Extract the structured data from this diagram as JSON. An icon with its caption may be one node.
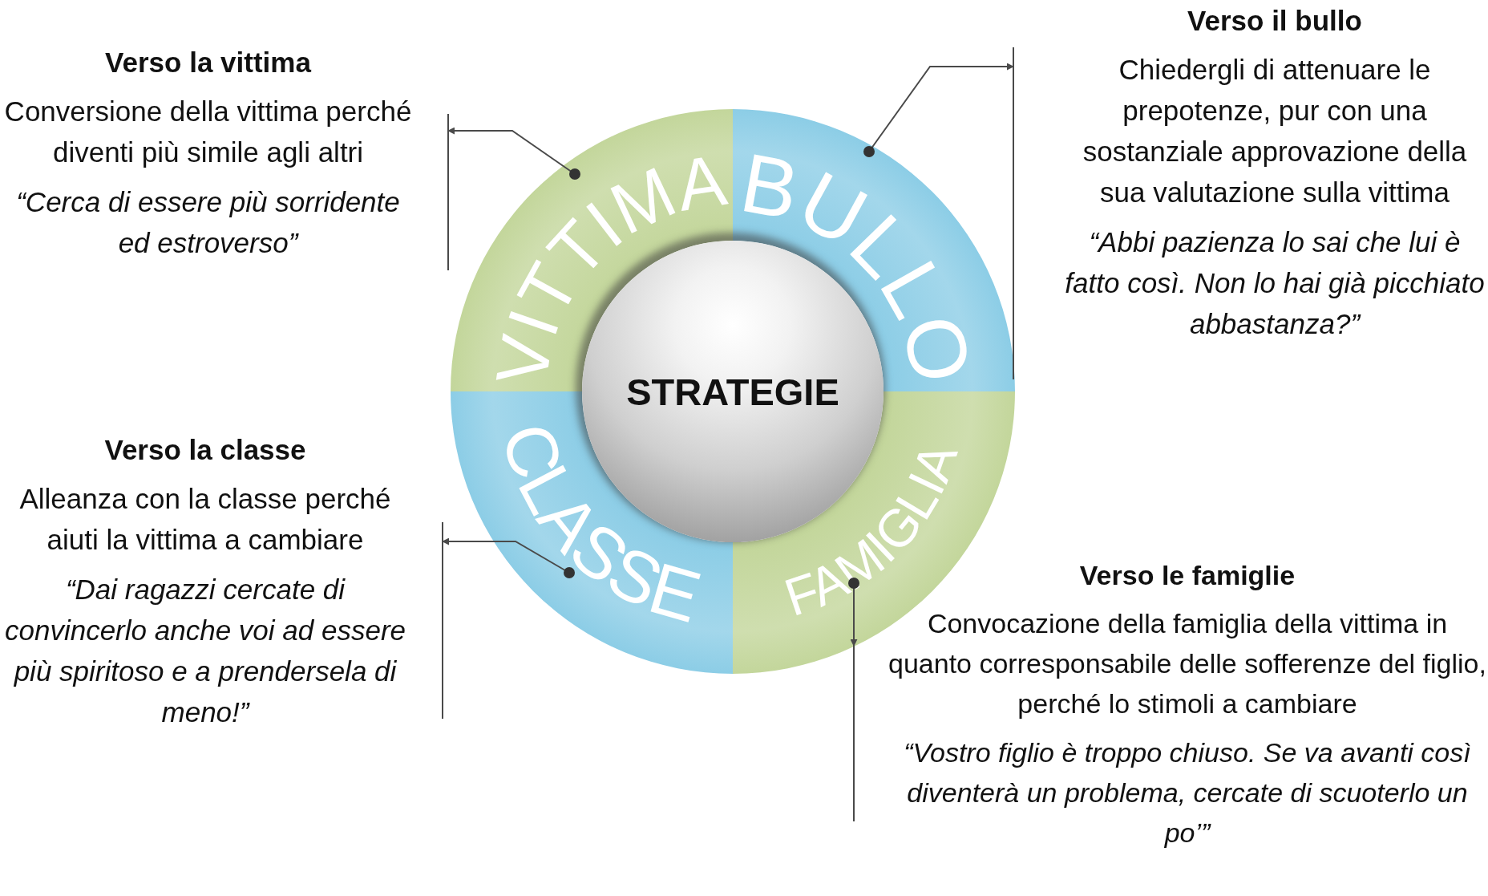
{
  "diagram": {
    "nodes": [
      {
        "text": [
          "Verso la vittima",
          "Conversione della vittima perché diventi più simile agli altri",
          "“Cerca di essere più sorridente ed estroverso”"
        ]
      },
      {
        "text": [
          "Verso il bullo",
          "Chiedergli di attenuare le prepotenze, pur con una sostanziale approvazione della sua valutazione sulla vittima",
          "“Abbi pazienza lo sai che lui è fatto così. Non lo hai già picchiato abbastanza?”"
        ]
      },
      {
        "text": [
          "VITTIMA"
        ]
      },
      {
        "text": [
          "BULLO"
        ]
      },
      {
        "text": [
          "CLASSE"
        ]
      },
      {
        "text": [
          "FAMIGLIA"
        ]
      },
      {
        "text": [
          "STRATEGIE"
        ]
      },
      {
        "text": [
          "Verso la classe",
          "Alleanza con la classe perché aiuti la vittima a cambiare",
          "“Dai ragazzi cercate di convincerlo anche voi ad essere più spiritoso e a prendersela di meno!”"
        ]
      },
      {
        "text": [
          "Verso le famiglie",
          "Convocazione della famiglia della vittima in quanto corresponsabile delle sofferenze del figlio, perché lo stimoli a cambiare",
          "“Vostro figlio è troppo chiuso. Se va avanti così diventerà un problema, cercate di scuoterlo un po’”"
        ]
      }
    ],
    "edges": [
      {
        "from": 2,
        "to": 0,
        "arrow": "to"
      },
      {
        "from": 3,
        "to": 1,
        "arrow": "to"
      },
      {
        "from": 4,
        "to": 7,
        "arrow": "to"
      },
      {
        "from": 5,
        "to": 8,
        "arrow": "to"
      }
    ]
  }
}
